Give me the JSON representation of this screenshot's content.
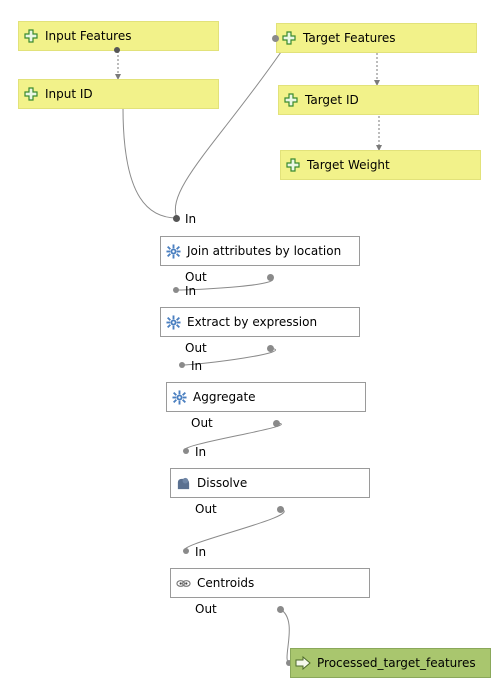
{
  "inputs": [
    {
      "label": "Input Features"
    },
    {
      "label": "Input ID"
    },
    {
      "label": "Target Features"
    },
    {
      "label": "Target ID"
    },
    {
      "label": "Target Weight"
    }
  ],
  "algorithms": [
    {
      "label": "Join attributes by location",
      "icon": "gear-icon"
    },
    {
      "label": "Extract by expression",
      "icon": "gear-icon"
    },
    {
      "label": "Aggregate",
      "icon": "gear-icon"
    },
    {
      "label": "Dissolve",
      "icon": "dissolve-icon"
    },
    {
      "label": "Centroids",
      "icon": "centroids-icon"
    }
  ],
  "output": {
    "label": "Processed_target_features",
    "icon": "output-arrow-icon"
  },
  "ports": {
    "in_label": "In",
    "out_label": "Out"
  },
  "colors": {
    "input_fill": "#f2f28a",
    "output_fill": "#a9c66e",
    "algorithm_border": "#9a9a9a",
    "gear": "#4a7fc0",
    "plus": "#3a8a2e",
    "wire": "#7a7a7a"
  }
}
